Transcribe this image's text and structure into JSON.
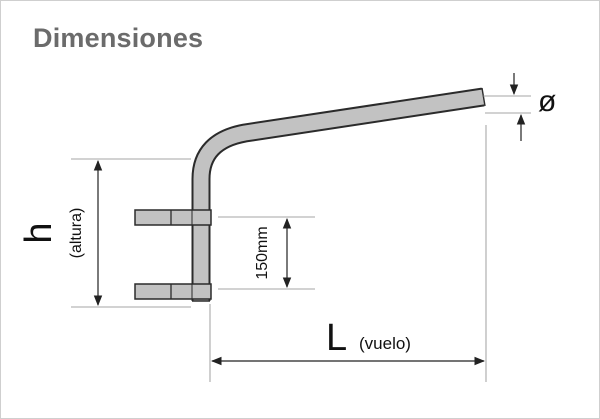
{
  "title": "Dimensiones",
  "labels": {
    "h": "h",
    "h_sub": "(altura)",
    "spacing": "150mm",
    "L": "L",
    "L_sub": "(vuelo)",
    "diameter": "ø"
  },
  "colors": {
    "title": "#6b6b6b",
    "pipe_fill": "#c2c2c2",
    "stroke": "#2b2b2b",
    "dim_line": "#222222"
  }
}
